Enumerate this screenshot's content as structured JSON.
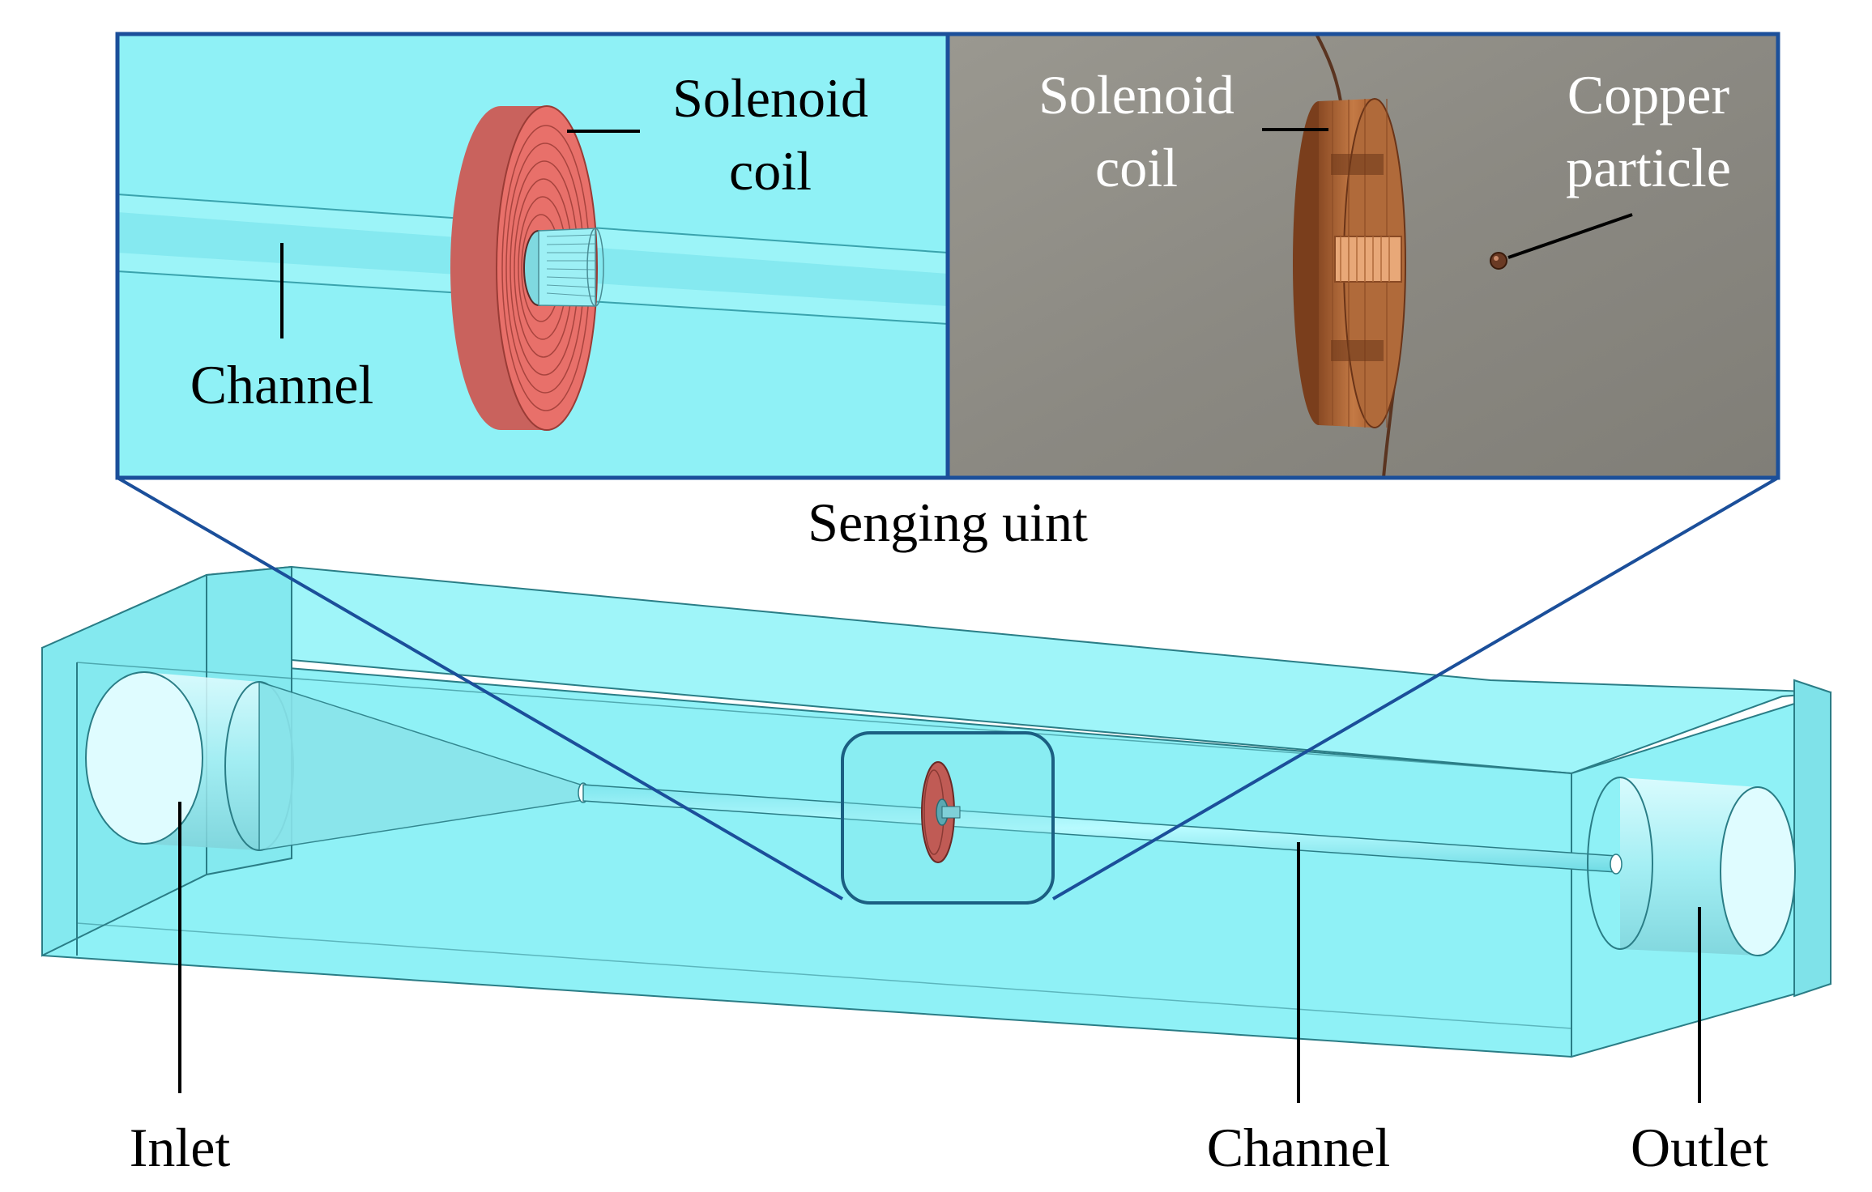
{
  "zoom_3d_panel": {
    "solenoid_label": [
      "Solenoid",
      "coil"
    ],
    "channel_label": "Channel"
  },
  "zoom_photo_panel": {
    "solenoid_label": [
      "Solenoid",
      "coil"
    ],
    "particle_label": [
      "Copper",
      "particle"
    ]
  },
  "sensing_unit_label": "Senging uint",
  "device": {
    "inlet_label": "Inlet",
    "channel_label": "Channel",
    "outlet_label": "Outlet"
  },
  "colors": {
    "cyan_body": "#8ff1f6",
    "panel_border": "#1b4f9a",
    "coil_red": "#e8706a",
    "copper": "#b86a3a",
    "photo_bg": "#8d8b84"
  }
}
